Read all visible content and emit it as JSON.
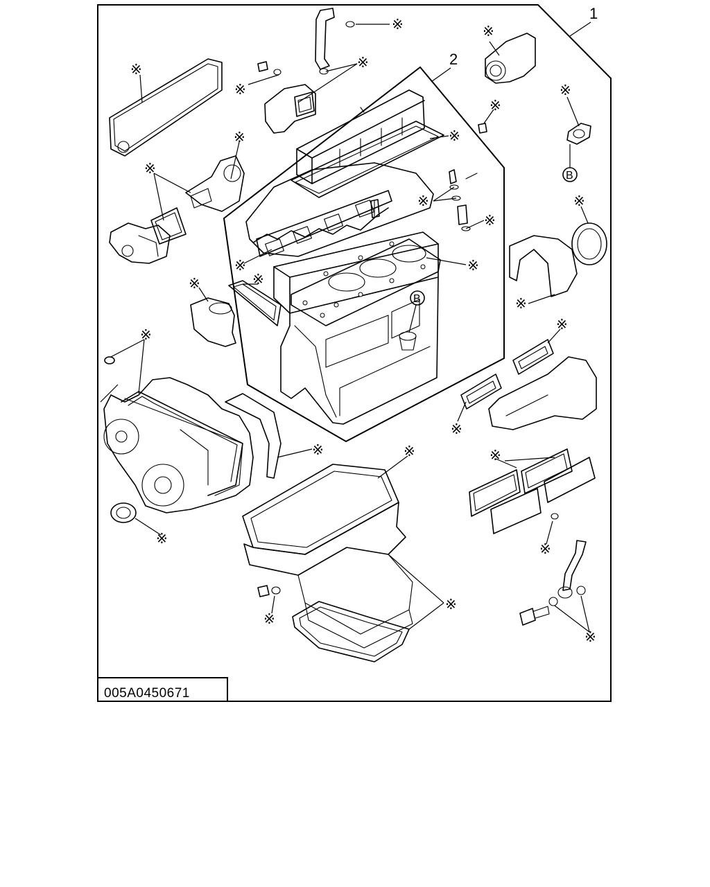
{
  "diagram": {
    "drawing_number": "005A0450671",
    "callouts": {
      "kit": "1",
      "upper_kit": "2"
    },
    "reference_marker": "B",
    "kit_part_marker": "※"
  }
}
